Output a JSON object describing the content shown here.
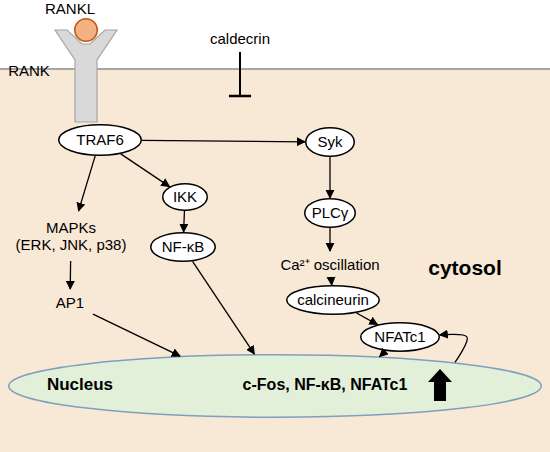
{
  "diagram": {
    "nodes": [
      {
        "text": [
          "RANKL"
        ]
      },
      {
        "text": [
          "RANK"
        ]
      },
      {
        "text": [
          "cytosol"
        ]
      },
      {
        "text": [
          "TRAF6"
        ],
        "in": 2
      },
      {
        "text": [
          "Syk"
        ],
        "in": 2
      },
      {
        "text": [
          "MAPKs",
          "(ERK, JNK, p38)"
        ],
        "in": 2
      },
      {
        "text": [
          "IKK"
        ],
        "in": 2
      },
      {
        "text": [
          "PLCγ"
        ],
        "in": 2
      },
      {
        "text": [
          "NF-κB"
        ],
        "in": 2
      },
      {
        "text": [
          "AP1"
        ],
        "in": 2
      },
      {
        "text": [
          "Ca²⁺ oscillation"
        ],
        "in": 2
      },
      {
        "text": [
          "calcineurin"
        ],
        "in": 2
      },
      {
        "text": [
          "NFATc1"
        ],
        "in": 2
      },
      {
        "text": [
          "Nucleus",
          "c-Fos, NF-κB, NFATc1"
        ],
        "in": 2
      }
    ],
    "edges": [
      {
        "from": 3,
        "to": 4,
        "arrow": "to"
      },
      {
        "from": 3,
        "to": 5,
        "arrow": "to"
      },
      {
        "from": 3,
        "to": 6,
        "arrow": "to"
      },
      {
        "from": 4,
        "to": 7,
        "arrow": "to"
      },
      {
        "from": 6,
        "to": 8,
        "arrow": "to"
      },
      {
        "from": 5,
        "to": 9,
        "arrow": "to"
      },
      {
        "from": 7,
        "to": 10,
        "arrow": "to"
      },
      {
        "from": 10,
        "to": 11,
        "arrow": "to"
      },
      {
        "from": 11,
        "to": 12,
        "arrow": "to"
      },
      {
        "from": 9,
        "to": 13,
        "arrow": "to"
      },
      {
        "from": 8,
        "to": 13,
        "arrow": "to"
      },
      {
        "from": 12,
        "to": 13,
        "arrow": "to"
      },
      {
        "from": 13,
        "to": 12,
        "arrow": "to"
      }
    ],
    "labels": [
      "caldecrin"
    ]
  }
}
